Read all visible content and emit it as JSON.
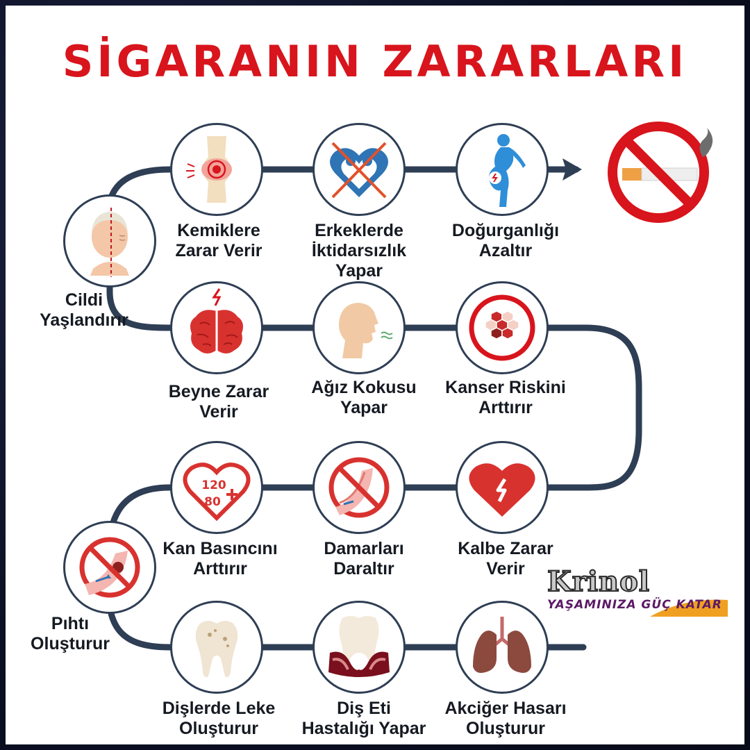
{
  "title": "SİGARANIN ZARARLARI",
  "items": [
    {
      "lines": [
        "Cildi",
        "Yaşlandırır"
      ],
      "icon": "aging-face-icon"
    },
    {
      "lines": [
        "Kemiklere",
        "Zarar Verir"
      ],
      "icon": "bone-joint-icon"
    },
    {
      "lines": [
        "Erkeklerde",
        "İktidarsızlık",
        "Yapar"
      ],
      "icon": "crossed-couple-heart-icon"
    },
    {
      "lines": [
        "Doğurganlığı",
        "Azaltır"
      ],
      "icon": "pregnant-woman-icon"
    },
    {
      "lines": [
        "Beyne Zarar",
        "Verir"
      ],
      "icon": "brain-icon"
    },
    {
      "lines": [
        "Ağız Kokusu",
        "Yapar"
      ],
      "icon": "bad-breath-face-icon"
    },
    {
      "lines": [
        "Kanser Riskini",
        "Arttırır"
      ],
      "icon": "cancer-cells-icon"
    },
    {
      "lines": [
        "Kan Basıncını",
        "Arttırır"
      ],
      "icon": "blood-pressure-heart-icon"
    },
    {
      "lines": [
        "Damarları",
        "Daraltır"
      ],
      "icon": "narrowed-vessel-icon"
    },
    {
      "lines": [
        "Kalbe Zarar",
        "Verir"
      ],
      "icon": "damaged-heart-icon"
    },
    {
      "lines": [
        "Pıhtı",
        "Oluşturur"
      ],
      "icon": "blood-clot-icon"
    },
    {
      "lines": [
        "Dişlerde Leke",
        "Oluşturur"
      ],
      "icon": "stained-tooth-icon"
    },
    {
      "lines": [
        "Diş Eti",
        "Hastalığı Yapar"
      ],
      "icon": "gum-disease-icon"
    },
    {
      "lines": [
        "Akciğer Hasarı",
        "Oluşturur"
      ],
      "icon": "lungs-icon"
    }
  ],
  "brand": {
    "name": "Krinol",
    "tagline": "YAŞAMINIZA GÜÇ KATAR"
  },
  "colors": {
    "accent": "#d8141c",
    "track": "#2e3e54",
    "text": "#151a22",
    "brand_tag": "#5b1a66",
    "brand_swoosh": "#f0a020"
  }
}
